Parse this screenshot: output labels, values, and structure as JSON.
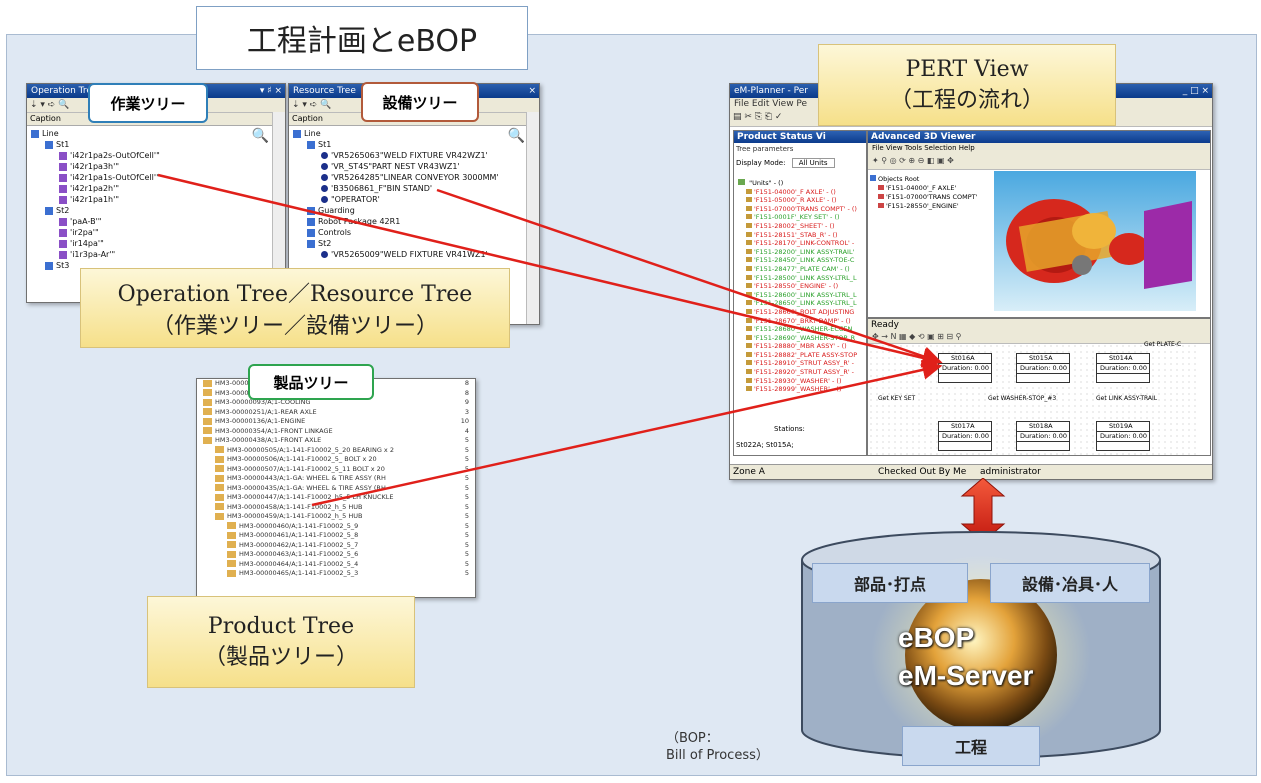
{
  "header": {
    "title": "工程計画とeBOP"
  },
  "operation_tree": {
    "window_title": "Operation Tree",
    "window_controls": "▾ ♯ ×",
    "tag": "作業ツリー",
    "caption": "Caption",
    "items": [
      {
        "label": "Line",
        "indent": 0
      },
      {
        "label": "St1",
        "indent": 1
      },
      {
        "label": "'i42r1pa2s-OutOfCell'\"",
        "indent": 2
      },
      {
        "label": "'i42r1pa3h'\"",
        "indent": 2
      },
      {
        "label": "'i42r1pa1s-OutOfCell'\"",
        "indent": 2
      },
      {
        "label": "'i42r1pa2h'\"",
        "indent": 2
      },
      {
        "label": "'i42r1pa1h'\"",
        "indent": 2
      },
      {
        "label": "St2",
        "indent": 1
      },
      {
        "label": "'paA-B'\"",
        "indent": 2
      },
      {
        "label": "'ir2pa'\"",
        "indent": 2
      },
      {
        "label": "'ir14pa'\"",
        "indent": 2
      },
      {
        "label": "'i1r3pa-Ar'\"",
        "indent": 2
      },
      {
        "label": "St3",
        "indent": 1
      }
    ]
  },
  "resource_tree": {
    "window_title": "Resource Tree",
    "tag": "設備ツリー",
    "caption": "Caption",
    "items": [
      {
        "label": "Line",
        "indent": 0
      },
      {
        "label": "St1",
        "indent": 1
      },
      {
        "label": "'VR5265063\"WELD FIXTURE VR42WZ1'",
        "indent": 2
      },
      {
        "label": "'VR_ST4S\"PART NEST VR43WZ1'",
        "indent": 2
      },
      {
        "label": "'VR5264285\"LINEAR CONVEYOR 3000MM'",
        "indent": 2
      },
      {
        "label": "'B3506861_F\"BIN STAND'",
        "indent": 2
      },
      {
        "label": "\"OPERATOR'",
        "indent": 2
      },
      {
        "label": "Guarding",
        "indent": 1
      },
      {
        "label": "Robot Package 42R1",
        "indent": 1
      },
      {
        "label": "Controls",
        "indent": 1
      },
      {
        "label": "St2",
        "indent": 1
      },
      {
        "label": "'VR5265009\"WELD FIXTURE VR41WZ1'",
        "indent": 2
      }
    ]
  },
  "product_tree": {
    "tag": "製品ツリー",
    "items": [
      {
        "label": "HM3-00000090/A;1-ELECTRICAL",
        "num": "8",
        "indent": 0
      },
      {
        "label": "HM3-00000378/A;1-SUSPENSION",
        "num": "8",
        "indent": 0
      },
      {
        "label": "HM3-00000093/A;1-COOLING",
        "num": "9",
        "indent": 0
      },
      {
        "label": "HM3-00000251/A;1-REAR AXLE",
        "num": "3",
        "indent": 0
      },
      {
        "label": "HM3-00000136/A;1-ENGINE",
        "num": "10",
        "indent": 0
      },
      {
        "label": "HM3-00000354/A;1-FRONT LINKAGE",
        "num": "4",
        "indent": 0
      },
      {
        "label": "HM3-00000438/A;1-FRONT AXLE",
        "num": "5",
        "indent": 0
      },
      {
        "label": "HM3-00000505/A;1-141-F10002_5_20 BEARING x 2",
        "num": "5",
        "indent": 1
      },
      {
        "label": "HM3-00000506/A;1-141-F10002_5_ BOLT x 20",
        "num": "5",
        "indent": 1
      },
      {
        "label": "HM3-00000507/A;1-141-F10002_5_11 BOLT x 20",
        "num": "5",
        "indent": 1
      },
      {
        "label": "HM3-00000443/A;1-GA: WHEEL & TIRE ASSY (RH",
        "num": "5",
        "indent": 1
      },
      {
        "label": "HM3-00000435/A;1-GA: WHEEL & TIRE ASSY (RH",
        "num": "5",
        "indent": 1
      },
      {
        "label": "HM3-00000447/A;1-141-F10002_h5_5 LH KNUCKLE",
        "num": "5",
        "indent": 1
      },
      {
        "label": "HM3-00000458/A;1-141-F10002_h_5 HUB",
        "num": "5",
        "indent": 1
      },
      {
        "label": "HM3-00000459/A;1-141-F10002_h_5 HUB",
        "num": "5",
        "indent": 1
      },
      {
        "label": "HM3-00000460/A;1-141-F10002_5_9",
        "num": "5",
        "indent": 2
      },
      {
        "label": "HM3-00000461/A;1-141-F10002_5_8",
        "num": "5",
        "indent": 2
      },
      {
        "label": "HM3-00000462/A;1-141-F10002_5_7",
        "num": "5",
        "indent": 2
      },
      {
        "label": "HM3-00000463/A;1-141-F10002_5_6",
        "num": "5",
        "indent": 2
      },
      {
        "label": "HM3-00000464/A;1-141-F10002_5_4",
        "num": "5",
        "indent": 2
      },
      {
        "label": "HM3-00000465/A;1-141-F10002_5_3",
        "num": "5",
        "indent": 2
      }
    ]
  },
  "callouts": {
    "operation_resource": {
      "line1": "Operation Tree／Resource Tree",
      "line2": "（作業ツリー／設備ツリー）"
    },
    "product": {
      "line1": "Product Tree",
      "line2": "（製品ツリー）"
    },
    "pert": {
      "line1": "PERT View",
      "line2": "（工程の流れ）"
    }
  },
  "em_planner": {
    "window_title": "eM-Planner - Per",
    "menu": "File  Edit  View  Pe",
    "product_status": {
      "title": "Product Status Vi",
      "tree_parameters": "Tree parameters",
      "display_mode_label": "Display Mode:",
      "display_mode_value": "All Units",
      "units_root": "\"Units\" - ()",
      "items": [
        {
          "label": "'F151-04000'_F AXLE' - ()",
          "color": "#d81b1b"
        },
        {
          "label": "'F151-05000'_R AXLE' - ()",
          "color": "#d81b1b"
        },
        {
          "label": "'F151-07000'TRANS COMPT' - ()",
          "color": "#d81b1b"
        },
        {
          "label": "'F151-0001F'_KEY SET' - ()",
          "color": "#2aa02a"
        },
        {
          "label": "'F151-28002'_SHEET' - ()",
          "color": "#d81b1b"
        },
        {
          "label": "'F151-28151'_STAB_R' - ()",
          "color": "#d81b1b"
        },
        {
          "label": "'F151-28170'_LINK-CONTROL' -",
          "color": "#d81b1b"
        },
        {
          "label": "'F151-28200'_LINK ASSY-TRAIL'",
          "color": "#2aa02a"
        },
        {
          "label": "'F151-28450'_LINK ASSY-TOE-C",
          "color": "#2aa02a"
        },
        {
          "label": "'F151-28477'_PLATE CAM' - ()",
          "color": "#2aa02a"
        },
        {
          "label": "'F151-28500'_LINK ASSY-LTRL_L",
          "color": "#2aa02a"
        },
        {
          "label": "'F151-28550'_ENGINE' - ()",
          "color": "#d81b1b"
        },
        {
          "label": "'F151-28600'_LINK ASSY-LTRL_L",
          "color": "#2aa02a"
        },
        {
          "label": "'F151-28650'_LINK ASSY-LTRL_L",
          "color": "#2aa02a"
        },
        {
          "label": "'F151-28660'_BOLT ADJUSTING",
          "color": "#d81b1b"
        },
        {
          "label": "'F151-28670'_BRKT-DAMP' - ()",
          "color": "#d81b1b"
        },
        {
          "label": "'F151-28680'_WASHER-ECCEN",
          "color": "#2aa02a"
        },
        {
          "label": "'F151-28690'_WASHER-STOP_R",
          "color": "#2aa02a"
        },
        {
          "label": "'F151-28880'_MBR ASSY' - ()",
          "color": "#d81b1b"
        },
        {
          "label": "'F151-28882'_PLATE ASSY-STOP",
          "color": "#d81b1b"
        },
        {
          "label": "'F151-28910'_STRUT ASSY_R' -",
          "color": "#d81b1b"
        },
        {
          "label": "'F151-28920'_STRUT ASSY_R' -",
          "color": "#d81b1b"
        },
        {
          "label": "'F151-28930'_WASHER' - ()",
          "color": "#d81b1b"
        },
        {
          "label": "'F151-28999'_WASHER' - ()",
          "color": "#d81b1b"
        }
      ],
      "stations_label": "Stations:",
      "stations_value": "St022A; St015A;"
    },
    "viewer": {
      "title": "Advanced 3D Viewer",
      "menu": "File  View  Tools  Selection  Help",
      "objects_root": "Objects Root",
      "objects": [
        "'F151-04000'_F AXLE'",
        "'F151-07000'TRANS COMPT'",
        "'F151-28550'_ENGINE'"
      ]
    },
    "pert": {
      "ready_label": "Ready",
      "nodes": [
        {
          "id": "St016A",
          "duration": "Duration: 0.00"
        },
        {
          "id": "St015A",
          "duration": "Duration: 0.00"
        },
        {
          "id": "St014A",
          "duration": "Duration: 0.00"
        },
        {
          "id": "St017A",
          "duration": "Duration: 0.00"
        },
        {
          "id": "St018A",
          "duration": "Duration: 0.00"
        },
        {
          "id": "St019A",
          "duration": "Duration: 0.00"
        }
      ],
      "get_labels": [
        "Get PLATE-C",
        "Get KEY SET",
        "Get WASHER-STOP_#3",
        "Get LINK ASSY-TRAIL"
      ]
    },
    "status_bar": {
      "zone": "Zone A",
      "checked_out": "Checked Out By Me",
      "user": "administrator"
    }
  },
  "database": {
    "label_parts": "部品･打点",
    "label_equipment": "設備･冶具･人",
    "label_process": "工程",
    "sphere_line1": "eBOP",
    "sphere_line2": "eM-Server"
  },
  "bop_note": {
    "line1": "（BOP：",
    "line2": "Bill of Process）"
  },
  "colors": {
    "arrow": "#e0201a",
    "callout_fill": "#f6e08a",
    "panel_bg": "#dfe8f3",
    "tag_blue": "#2f7fb8",
    "tag_brown": "#b25a3a",
    "tag_green": "#2ea44f"
  }
}
